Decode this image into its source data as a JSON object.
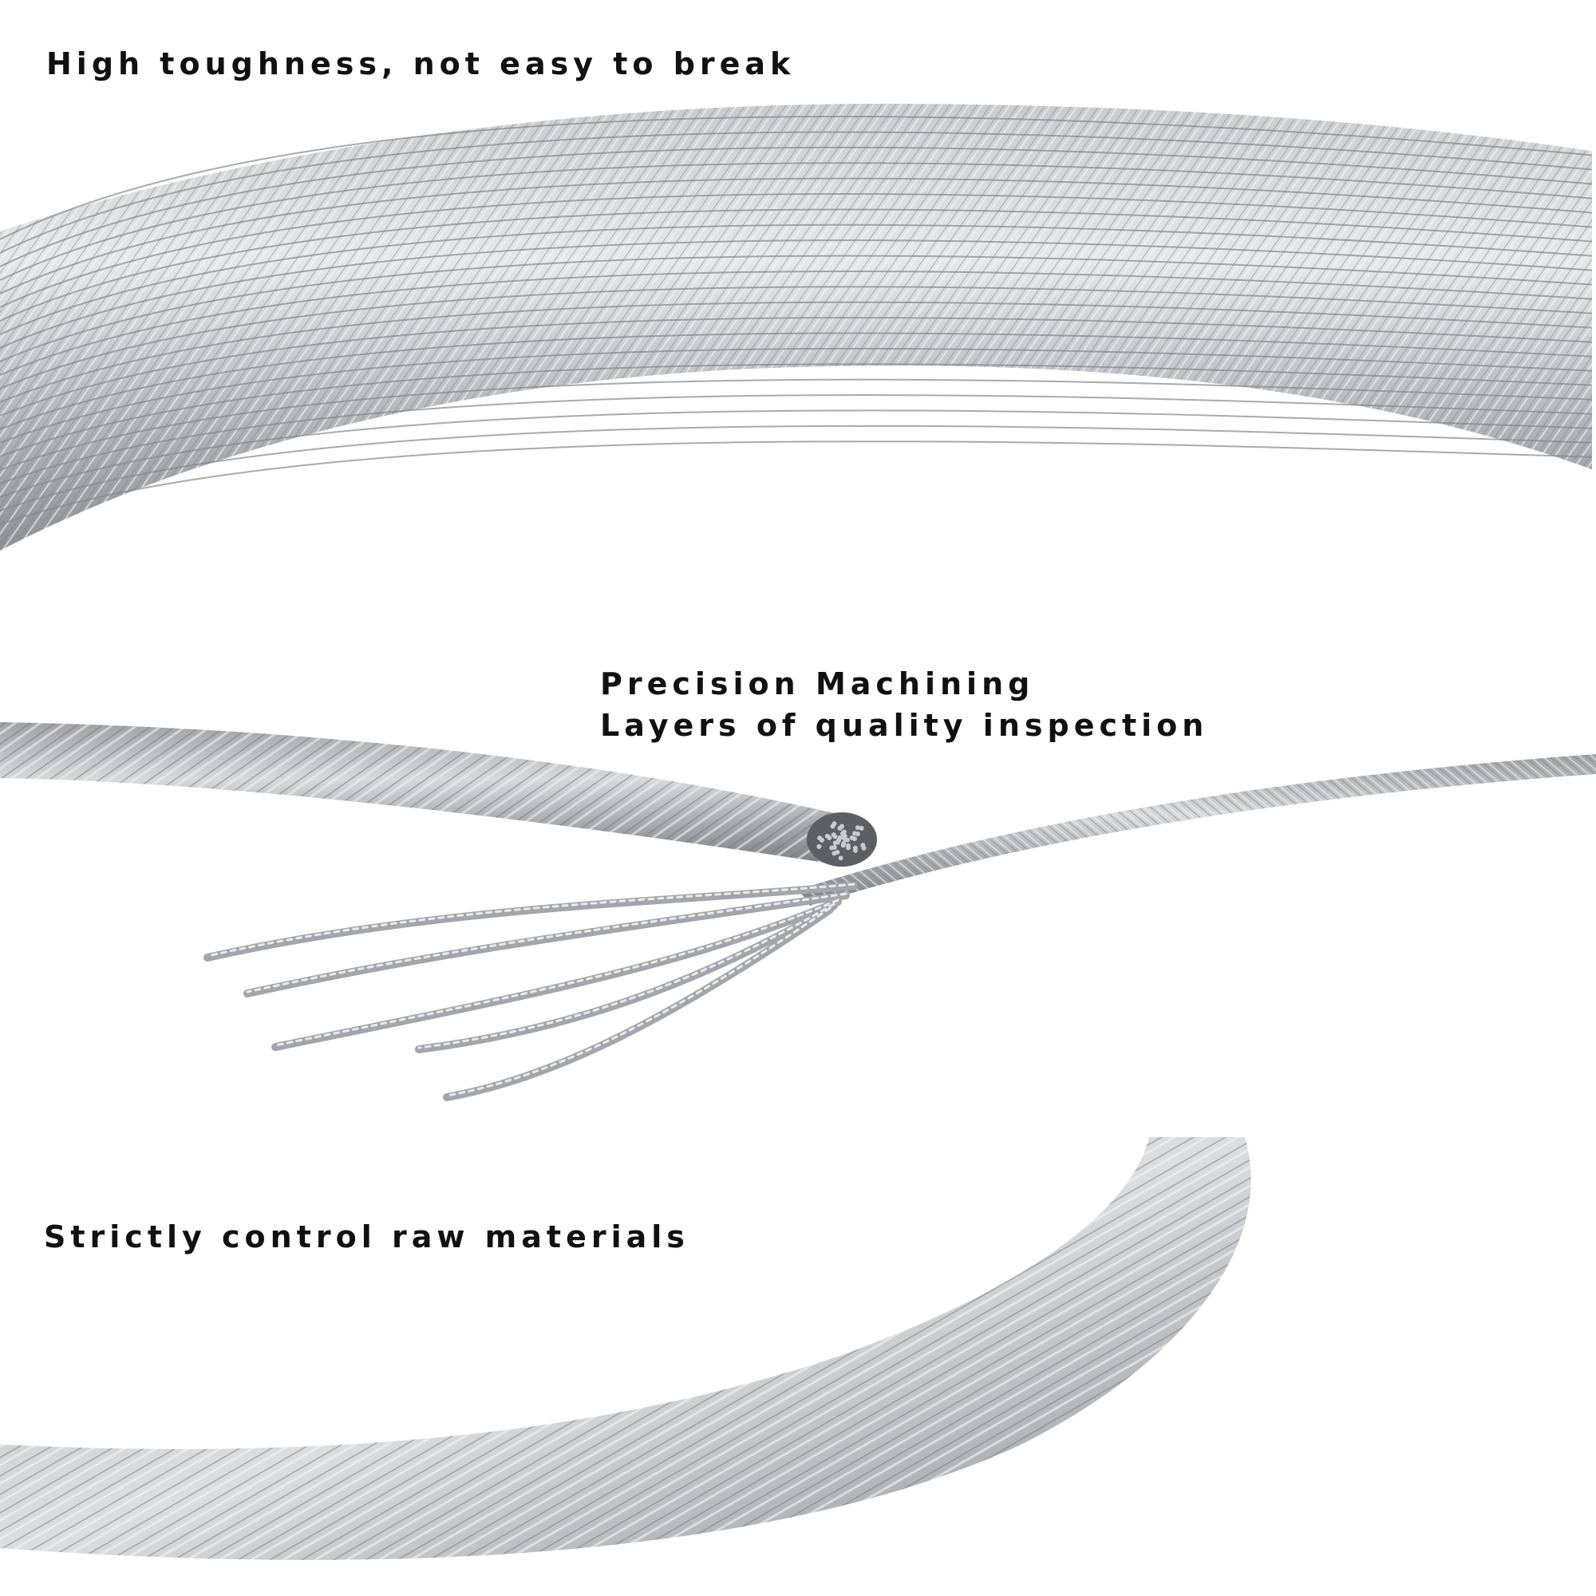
{
  "sections": [
    {
      "id": "toughness",
      "caption": "High toughness, not easy to break",
      "image": "coiled-steel-wire-rope"
    },
    {
      "id": "machining",
      "caption_lines": [
        "Precision Machining",
        "Layers of quality inspection"
      ],
      "image": "cut-wire-rope-ends"
    },
    {
      "id": "materials",
      "caption": "Strictly control raw materials",
      "image": "curved-wire-rope"
    }
  ],
  "colors": {
    "background": "#ffffff",
    "text": "#111111",
    "steel_light": "#d9dadd",
    "steel_mid": "#a9abb0",
    "steel_dark": "#6f7177"
  }
}
